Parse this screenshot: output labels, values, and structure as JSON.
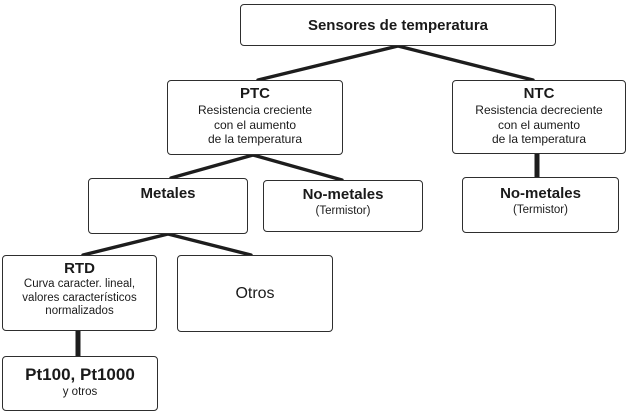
{
  "colors": {
    "background": "#ffffff",
    "line": "#1d1d1d",
    "box_border": "#2e2e2e",
    "text": "#1a1a1a"
  },
  "nodes": {
    "root": {
      "title": "Sensores de temperatura"
    },
    "ptc": {
      "title": "PTC",
      "lines": [
        "Resistencia creciente",
        "con el aumento",
        "de la temperatura"
      ]
    },
    "ntc": {
      "title": "NTC",
      "lines": [
        "Resistencia decreciente",
        "con el aumento",
        "de la temperatura"
      ]
    },
    "metales": {
      "title": "Metales"
    },
    "no_metales_ptc": {
      "title": "No-metales",
      "subtitle": "(Termistor)"
    },
    "no_metales_ntc": {
      "title": "No-metales",
      "subtitle": "(Termistor)"
    },
    "rtd": {
      "title": "RTD",
      "lines": [
        "Curva caracter. lineal,",
        "valores característicos",
        "normalizados"
      ]
    },
    "otros": {
      "title": "Otros"
    },
    "pt100": {
      "title": "Pt100, Pt1000",
      "subtitle": "y otros"
    }
  }
}
